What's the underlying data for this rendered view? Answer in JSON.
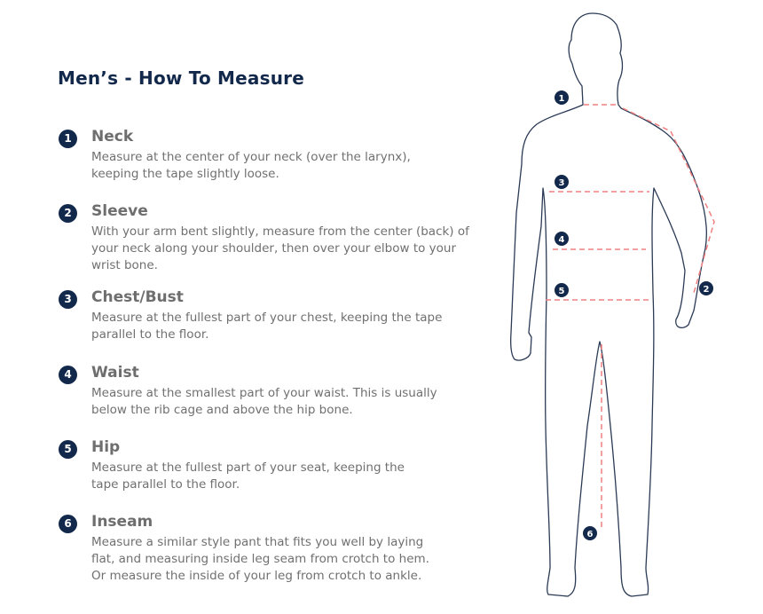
{
  "title": "Men’s - How To Measure",
  "items": [
    {
      "num": "1",
      "heading": "Neck",
      "desc": "Measure at the center of your neck (over the larynx),\nkeeping the tape slightly loose."
    },
    {
      "num": "2",
      "heading": "Sleeve",
      "desc": "With your arm bent slightly, measure from the center (back) of\nyour neck along your shoulder, then over your elbow to your\nwrist bone."
    },
    {
      "num": "3",
      "heading": "Chest/Bust",
      "desc": "Measure at the fullest part of your chest, keeping the tape\nparallel to the floor."
    },
    {
      "num": "4",
      "heading": "Waist",
      "desc": "Measure at the smallest part of your waist. This is usually\nbelow the rib cage and above the hip bone."
    },
    {
      "num": "5",
      "heading": "Hip",
      "desc": "Measure at the fullest part of your seat, keeping the\ntape parallel to the floor."
    },
    {
      "num": "6",
      "heading": "Inseam",
      "desc": "Measure a similar style pant that fits you well by laying\nflat, and measuring inside leg seam from crotch to hem.\nOr measure the inside of your leg from crotch to ankle."
    }
  ],
  "colors": {
    "navy": "#13294b",
    "dash": "#f08080",
    "text": "#707070"
  }
}
